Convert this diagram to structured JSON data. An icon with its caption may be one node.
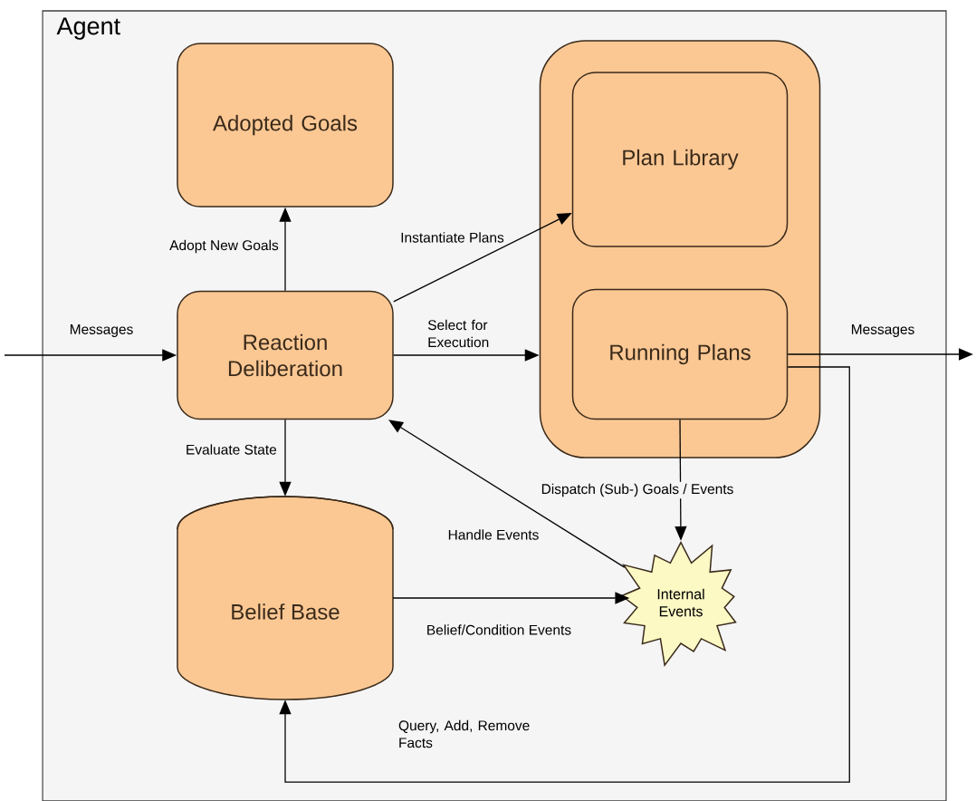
{
  "diagram": {
    "nodes": [
      {
        "text": [
          "Agent"
        ]
      },
      {
        "text": [
          "Adopted Goals"
        ],
        "in": 0
      },
      {
        "text": [],
        "shape": "box",
        "in": 0
      },
      {
        "text": [
          "Plan Library"
        ],
        "in": 2
      },
      {
        "text": [
          "Reaction Deliberation"
        ],
        "in": 0
      },
      {
        "text": [
          "Running Plans"
        ],
        "in": 2
      },
      {
        "text": [
          "Belief Base"
        ],
        "in": 0
      },
      {
        "text": [
          "Internal Events"
        ],
        "in": 0
      }
    ],
    "edges": [
      {
        "from": null,
        "to": 4,
        "arrow": "to",
        "label": "Messages"
      },
      {
        "from": 4,
        "to": 1,
        "arrow": "to",
        "label": "Adopt New Goals"
      },
      {
        "from": 4,
        "to": 3,
        "arrow": "to",
        "label": "Instantiate Plans"
      },
      {
        "from": 4,
        "to": 2,
        "arrow": "to",
        "label": "Select for Execution"
      },
      {
        "from": 5,
        "to": null,
        "arrow": "to",
        "label": "Messages"
      },
      {
        "from": 4,
        "to": 6,
        "arrow": "to",
        "label": "Evaluate State"
      },
      {
        "from": 5,
        "to": 7,
        "arrow": "to",
        "label": "Dispatch (Sub-) Goals / Events"
      },
      {
        "from": 7,
        "to": 4,
        "arrow": "to",
        "label": "Handle Events"
      },
      {
        "from": 6,
        "to": 7,
        "arrow": "to",
        "label": "Belief/Condition Events"
      },
      {
        "from": 5,
        "to": 6,
        "arrow": "to",
        "label": "Query, Add, Remove Facts"
      }
    ]
  }
}
